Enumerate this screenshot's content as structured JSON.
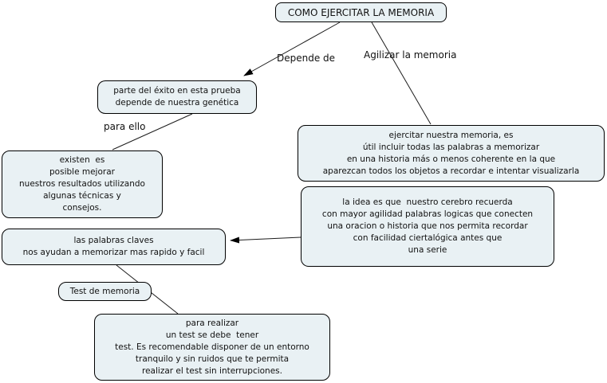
{
  "diagram": {
    "type": "concept-map",
    "language": "es",
    "title": "COMO EJERCITAR LA MEMORIA"
  },
  "nodes": {
    "root": {
      "text": "COMO EJERCITAR LA MEMORIA"
    },
    "genetica": {
      "text": "parte del éxito en esta prueba\ndepende de nuestra genética"
    },
    "tecnicas": {
      "text": "existen  es\nposible mejorar\nnuestros resultados utilizando\nalgunas técnicas y\nconsejos."
    },
    "historia": {
      "text": "ejercitar nuestra memoria, es\nútil incluir todas las palabras a memorizar\nen una historia más o menos coherente en la que\naparezcan todos los objetos a recordar e intentar visualizarla"
    },
    "cerebro": {
      "text": "la idea es que  nuestro cerebro recuerda\ncon mayor agilidad palabras logicas que conecten\nuna oracion o historia que nos permita recordar\ncon facilidad ciertalógica antes que\nuna serie"
    },
    "palabras_claves": {
      "text": "las palabras claves\nnos ayudan a memorizar mas rapido y facil"
    },
    "test_memoria": {
      "text": "Test de memoria"
    },
    "realizar_test": {
      "text": "para realizar\nun test se debe  tener\ntest. Es recomendable disponer de un entorno\ntranquilo y sin ruidos que te permita\nrealizar el test sin interrupciones."
    }
  },
  "edges": [
    {
      "from": "root",
      "to": "genetica",
      "label": "Depende de",
      "arrowhead": true
    },
    {
      "from": "root",
      "to": "historia",
      "label": "Agilizar la memoria",
      "arrowhead": false
    },
    {
      "from": "genetica",
      "to": "tecnicas",
      "label": "para ello",
      "arrowhead": false
    },
    {
      "from": "cerebro",
      "to": "palabras_claves",
      "label": "",
      "arrowhead": true
    },
    {
      "from": "palabras_claves",
      "to": "realizar_test",
      "via": "test_memoria",
      "arrowhead": false
    }
  ],
  "colors": {
    "node_fill": "#e9f1f4",
    "node_border": "#000000",
    "connector": "#1c1c1c",
    "canvas": "#ffffff",
    "text": "#111111"
  }
}
